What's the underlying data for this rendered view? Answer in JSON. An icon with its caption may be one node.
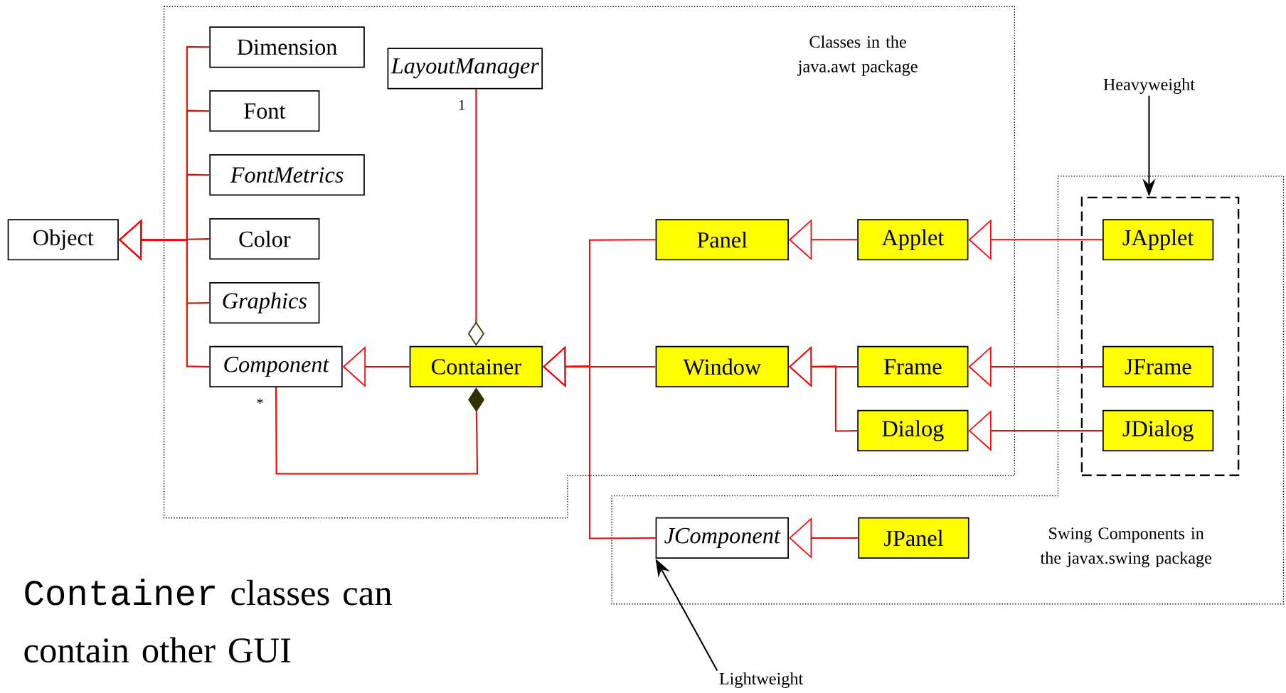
{
  "diagram": {
    "nodes": [
      {
        "text": [
          "Object"
        ]
      },
      {
        "text": [
          "Classes in the java.awt package"
        ]
      },
      {
        "text": [
          "Dimension"
        ],
        "in": 1
      },
      {
        "text": [
          "Font"
        ],
        "in": 1
      },
      {
        "text": [
          "FontMetrics"
        ],
        "in": 1
      },
      {
        "text": [
          "Color"
        ],
        "in": 1
      },
      {
        "text": [
          "Graphics"
        ],
        "in": 1
      },
      {
        "text": [
          "Component"
        ],
        "in": 1
      },
      {
        "text": [
          "LayoutManager"
        ],
        "in": 1
      },
      {
        "text": [
          "Container"
        ],
        "in": 1
      },
      {
        "text": [
          "Panel"
        ],
        "in": 1
      },
      {
        "text": [
          "Applet"
        ],
        "in": 1
      },
      {
        "text": [
          "Window"
        ],
        "in": 1
      },
      {
        "text": [
          "Frame"
        ],
        "in": 1
      },
      {
        "text": [
          "Dialog"
        ],
        "in": 1
      },
      {
        "text": [
          "Swing Components in the javax.swing package"
        ]
      },
      {
        "text": [
          "Heavyweight"
        ]
      },
      {
        "text": [],
        "shape": "box",
        "in": 15
      },
      {
        "text": [
          "JApplet"
        ],
        "in": 17
      },
      {
        "text": [
          "JFrame"
        ],
        "in": 17
      },
      {
        "text": [
          "JDialog"
        ],
        "in": 17
      },
      {
        "text": [
          "JComponent"
        ],
        "in": 15
      },
      {
        "text": [
          "JPanel"
        ],
        "in": 15
      },
      {
        "text": [
          "Lightweight"
        ]
      }
    ],
    "edges": [
      {
        "from": 2,
        "to": 0,
        "arrow": "to"
      },
      {
        "from": 3,
        "to": 0,
        "arrow": "to"
      },
      {
        "from": 4,
        "to": 0,
        "arrow": "to"
      },
      {
        "from": 5,
        "to": 0,
        "arrow": "to"
      },
      {
        "from": 6,
        "to": 0,
        "arrow": "to"
      },
      {
        "from": 7,
        "to": 0,
        "arrow": "to"
      },
      {
        "from": 9,
        "to": 7,
        "arrow": "to"
      },
      {
        "from": 10,
        "to": 9,
        "arrow": "to"
      },
      {
        "from": 12,
        "to": 9,
        "arrow": "to"
      },
      {
        "from": 21,
        "to": 9,
        "arrow": "to"
      },
      {
        "from": 11,
        "to": 10,
        "arrow": "to"
      },
      {
        "from": 18,
        "to": 11,
        "arrow": "to"
      },
      {
        "from": 13,
        "to": 12,
        "arrow": "to"
      },
      {
        "from": 14,
        "to": 12,
        "arrow": "to"
      },
      {
        "from": 19,
        "to": 13,
        "arrow": "to"
      },
      {
        "from": 20,
        "to": 14,
        "arrow": "to"
      },
      {
        "from": 22,
        "to": 21,
        "arrow": "to"
      },
      {
        "from": 8,
        "to": 9,
        "arrow": "other",
        "label": "1"
      },
      {
        "from": 7,
        "to": 9,
        "arrow": "other",
        "label": "*"
      },
      {
        "from": 16,
        "to": 17,
        "arrow": "to",
        "color": "#000000"
      },
      {
        "from": 23,
        "to": 21,
        "arrow": "to",
        "color": "#000000"
      }
    ],
    "labels": [
      "Container",
      "classes can contain other GUI"
    ]
  }
}
